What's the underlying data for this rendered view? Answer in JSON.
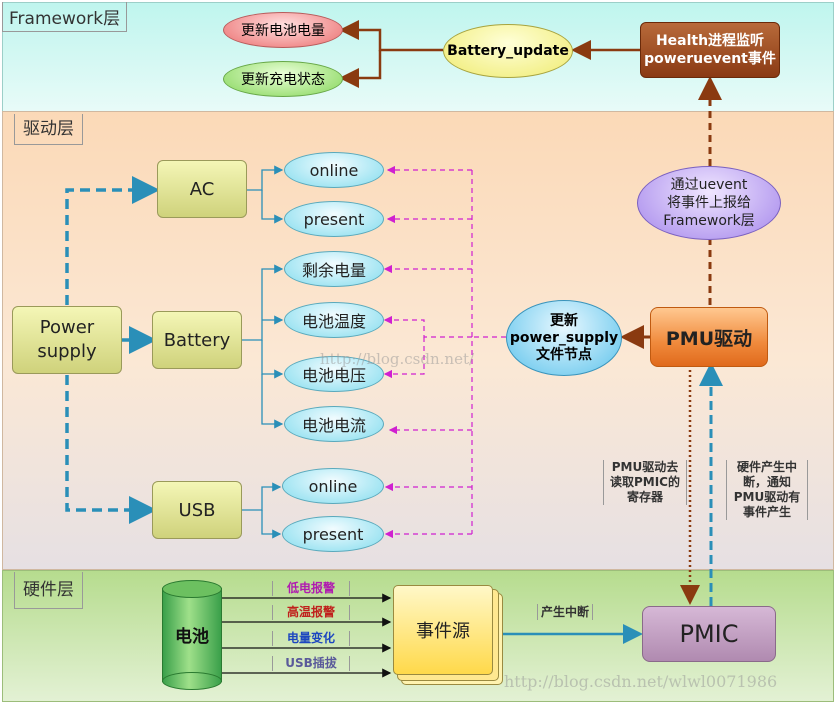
{
  "layers": {
    "framework": "Framework层",
    "driver": "驱动层",
    "hardware": "硬件层"
  },
  "framework": {
    "update_capacity": "更新电池电量",
    "update_charge_status": "更新充电状态",
    "battery_update": "Battery_update",
    "health_monitor": [
      "Health进程监听",
      "poweruevent事件"
    ]
  },
  "driver": {
    "power_supply": [
      "Power",
      "supply"
    ],
    "ac": "AC",
    "battery": "Battery",
    "usb": "USB",
    "ac_nodes": [
      "online",
      "present"
    ],
    "battery_nodes": [
      "剩余电量",
      "电池温度",
      "电池电压",
      "电池电流"
    ],
    "usb_nodes": [
      "online",
      "present"
    ],
    "update_node": [
      "更新",
      "power_supply",
      "文件节点"
    ],
    "uevent": [
      "通过uevent",
      "将事件上报给",
      "Framework层"
    ],
    "pmu_driver": "PMU驱动",
    "note_read": [
      "PMU驱动去",
      "读取PMIC的",
      "寄存器"
    ],
    "note_irq": [
      "硬件产生中",
      "断，通知",
      "PMU驱动有",
      "事件产生"
    ]
  },
  "hardware": {
    "battery": "电池",
    "events": [
      {
        "label": "低电报警",
        "color": "#b01cb0"
      },
      {
        "label": "高温报警",
        "color": "#c0201c"
      },
      {
        "label": "电量变化",
        "color": "#1c46c0"
      },
      {
        "label": "USB插拔",
        "color": "#5a5a9a"
      }
    ],
    "event_source": "事件源",
    "interrupt": "产生中断",
    "pmic": "PMIC"
  },
  "watermarks": [
    "http://blog.csdn.net/",
    "http://blog.csdn.net/wlwl0071986"
  ]
}
